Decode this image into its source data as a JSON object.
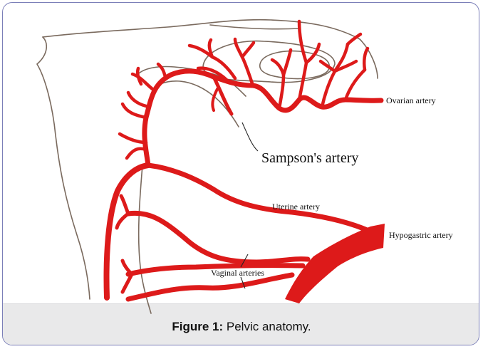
{
  "labels": {
    "ovarian": "Ovarian artery",
    "sampson": "Sampson's artery",
    "uterine": "Uterine artery",
    "hypogastric": "Hypogastric artery",
    "vaginal": "Vaginal arteries"
  },
  "caption": {
    "prefix": "Figure 1:",
    "text": " Pelvic anatomy."
  },
  "colors": {
    "artery": "#dd1a1a",
    "outline": "#7a6a5e",
    "frame": "#7b7fb8",
    "caption_band": "#e9e9ea"
  }
}
